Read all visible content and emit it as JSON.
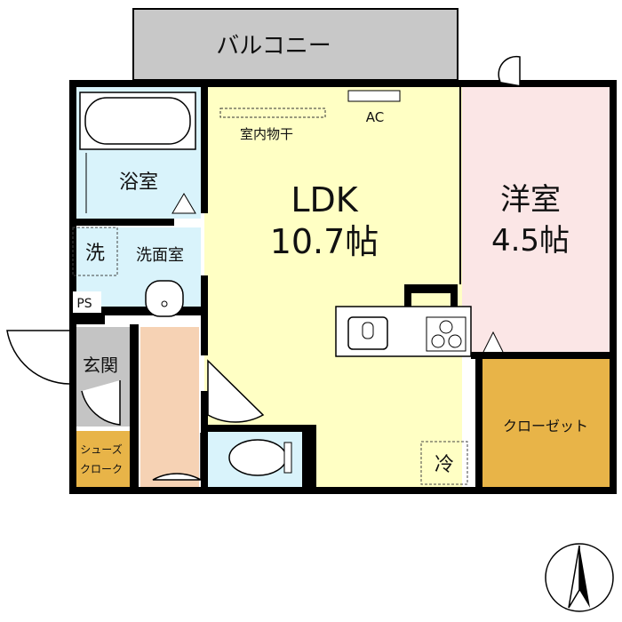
{
  "rooms": {
    "balcony": "バルコニー",
    "bath": "浴室",
    "washroom": "洗面室",
    "washer": "洗",
    "ps": "PS",
    "genkan": "玄関",
    "shoes_closet_1": "シューズ",
    "shoes_closet_2": "クローク",
    "ldk_name": "LDK",
    "ldk_size": "10.7帖",
    "western_name": "洋室",
    "western_size": "4.5帖",
    "closet": "クローゼット",
    "fridge": "冷"
  },
  "fixtures": {
    "indoor_drying": "室内物干",
    "ac": "AC"
  },
  "colors": {
    "ldk": "#ffffc4",
    "wet": "#d9f3fb",
    "western": "#fbe6e6",
    "closet": "#e8b448",
    "hall": "#f6d2b4",
    "genkan": "#c4c4c4",
    "balcony": "#c8c8c8",
    "wall": "#000000"
  }
}
